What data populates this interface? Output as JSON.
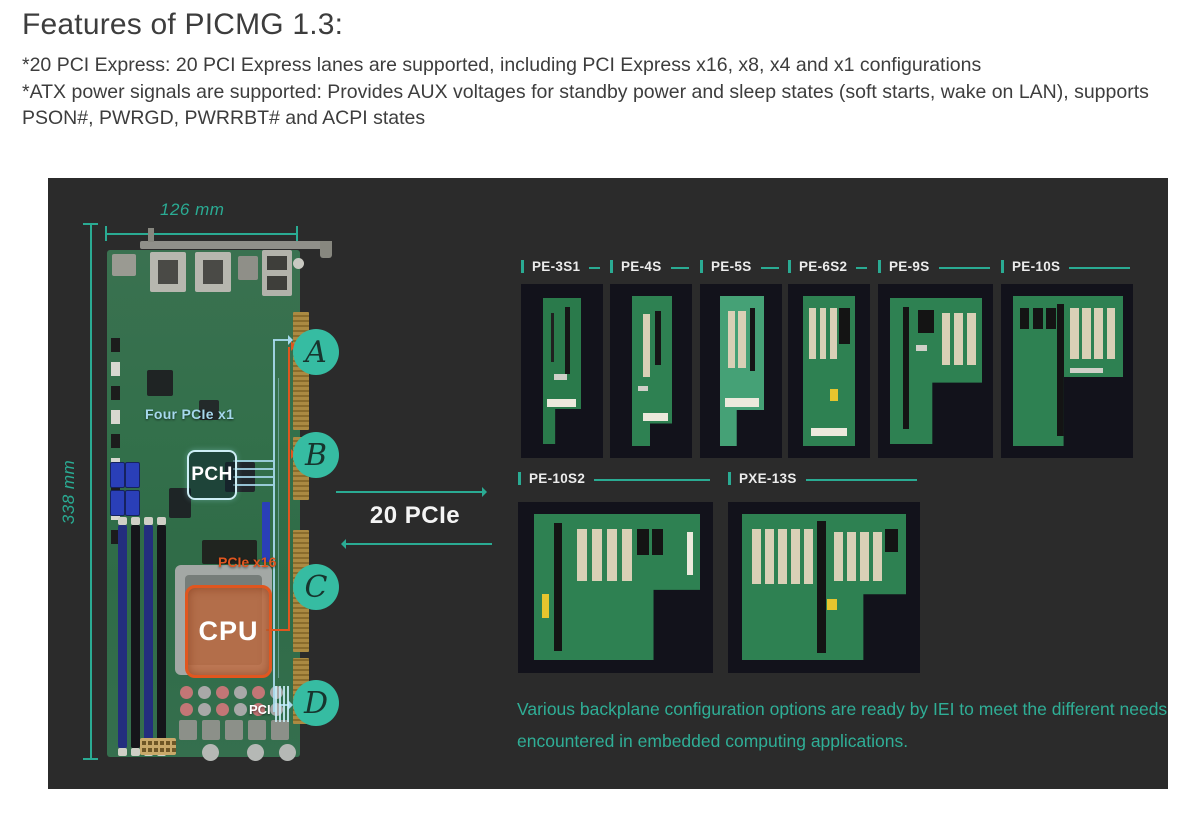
{
  "header": {
    "title": "Features of PICMG 1.3:",
    "features": [
      "*20 PCI Express: 20 PCI Express lanes are supported, including PCI Express x16, x8, x4 and x1 configurations",
      "*ATX power signals are supported: Provides AUX voltages for standby power and sleep states (soft starts, wake on LAN), supports PSON#, PWRGD, PWRRBT# and ACPI states"
    ]
  },
  "diagram": {
    "board": {
      "width_label": "126 mm",
      "height_label": "338 mm",
      "pch_label": "PCH",
      "cpu_label": "CPU",
      "four_pcie_x1_label": "Four PCIe x1",
      "pcie_x16_label": "PCIe x16",
      "pci_label": "PCI",
      "markers": [
        "A",
        "B",
        "C",
        "D"
      ]
    },
    "center_label": "20 PCIe",
    "backplane_rows": [
      {
        "items": [
          "PE-3S1",
          "PE-4S",
          "PE-5S",
          "PE-6S2",
          "PE-9S",
          "PE-10S"
        ]
      },
      {
        "items": [
          "PE-10S2",
          "PXE-13S"
        ]
      }
    ],
    "caption": "Various backplane configuration options are ready by IEI to meet the different needs encountered in embedded computing applications.",
    "colors": {
      "accent_teal": "#2aab93",
      "marker_fill": "#36bca2",
      "orange": "#e0561f",
      "cyan": "#a5d8ec",
      "caption_teal": "#2fae96",
      "panel_bg": "#2b2b2b",
      "tile_bg": "#12121b",
      "pcb_green": "#2e8152"
    }
  }
}
